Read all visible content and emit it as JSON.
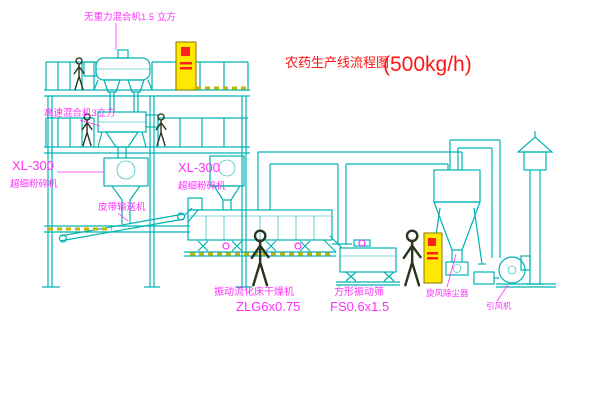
{
  "title": {
    "main": "农药生产线流程图",
    "capacity": "(500kg/h)"
  },
  "labels": {
    "gravity_mixer": "无重力混合机1.5 立方",
    "high_speed_mixer": "高速混合机3立方",
    "mill_left_model": "XL-300",
    "mill_left_name": "超细粉碎机",
    "mill_center_model": "XL-300",
    "mill_center_name": "超细粉碎机",
    "belt_conveyor": "皮带输送机",
    "dryer_name": "振动流化床干燥机",
    "dryer_model": "ZLG6x0.75",
    "sieve_name": "方形振动筛",
    "sieve_model": "FS0.6x1.5",
    "cyclone": "旋风除尘器",
    "fan": "引风机"
  },
  "colors": {
    "background": "#ffffff",
    "line": "#00b3b3",
    "label": "#ff30ff",
    "title": "#ff1515",
    "cabinet_fill": "#ffe800",
    "cabinet_accent": "#ff2020",
    "figure": "#2a3620",
    "hatch": "#c9b200"
  }
}
